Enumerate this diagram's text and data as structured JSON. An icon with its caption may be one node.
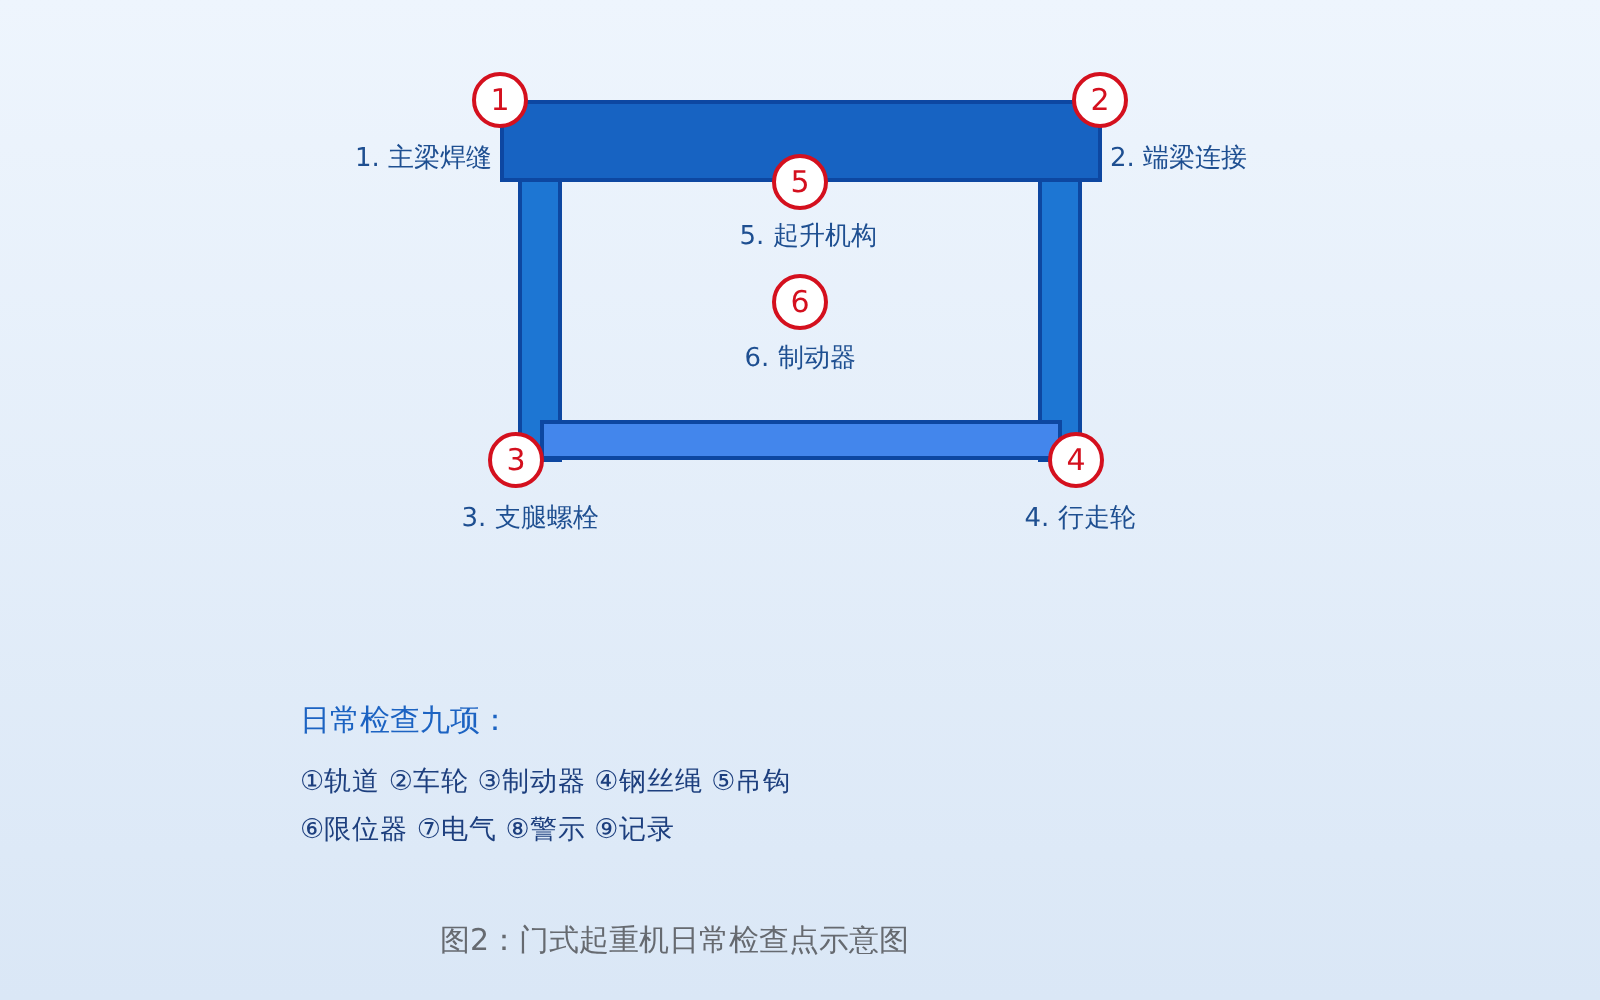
{
  "diagram": {
    "caption": "图2：门式起重机日常检查点示意图",
    "nodes": [
      {
        "text": [
          "1"
        ],
        "beside": [
          "1. 主梁焊缝"
        ]
      },
      {
        "text": [
          "2"
        ],
        "beside": [
          "2. 端梁连接"
        ]
      },
      {
        "text": [
          "5"
        ],
        "beside": [
          "5. 起升机构"
        ]
      },
      {
        "text": [
          "6"
        ],
        "beside": [
          "6. 制动器"
        ]
      },
      {
        "text": [
          "3"
        ],
        "beside": [
          "3. 支腿螺栓"
        ]
      },
      {
        "text": [
          "4"
        ],
        "beside": [
          "4. 行走轮"
        ]
      }
    ],
    "labels": [
      "日常检查九项：",
      "①轨道 ②车轮 ③制动器 ④钢丝绳 ⑤吊钩",
      "⑥限位器 ⑦电气 ⑧警示 ⑨记录"
    ]
  }
}
